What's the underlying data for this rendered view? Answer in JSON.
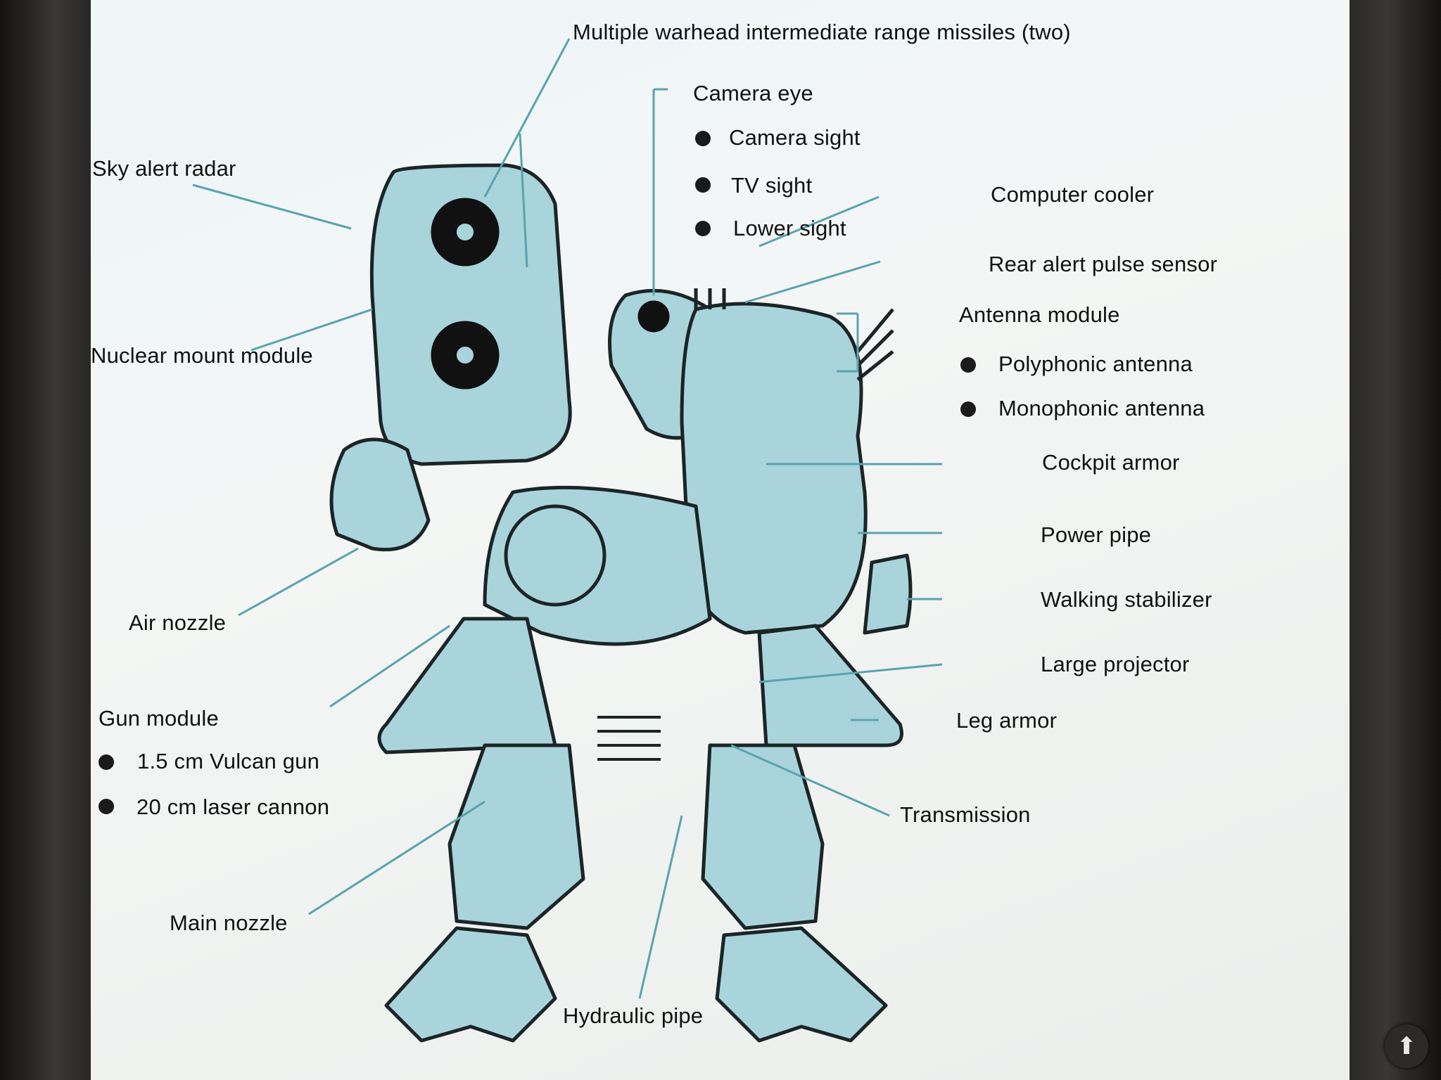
{
  "labels": {
    "missiles": "Multiple warhead intermediate range missiles (two)",
    "camera_eye": "Camera eye",
    "camera_sight": "Camera sight",
    "tv_sight": "TV sight",
    "lower_sight": "Lower sight",
    "computer_cooler": "Computer cooler",
    "rear_alert_pulse_sensor": "Rear alert pulse sensor",
    "antenna_module": "Antenna module",
    "polyphonic_antenna": "Polyphonic antenna",
    "monophonic_antenna": "Monophonic antenna",
    "cockpit_armor": "Cockpit armor",
    "power_pipe": "Power pipe",
    "walking_stabilizer": "Walking stabilizer",
    "large_projector": "Large projector",
    "leg_armor": "Leg armor",
    "transmission": "Transmission",
    "hydraulic_pipe": "Hydraulic pipe",
    "sky_alert_radar": "Sky alert radar",
    "nuclear_mount_module": "Nuclear mount module",
    "air_nozzle": "Air nozzle",
    "gun_module": "Gun module",
    "vulcan_gun": "1.5 cm Vulcan gun",
    "laser_cannon": "20 cm laser cannon",
    "main_nozzle": "Main nozzle"
  },
  "icons": {
    "scroll_top": "arrow-up-icon"
  },
  "colors": {
    "body_fill": "#a9d4dc",
    "leader_line": "#5aa3ad",
    "ink": "#111111"
  }
}
